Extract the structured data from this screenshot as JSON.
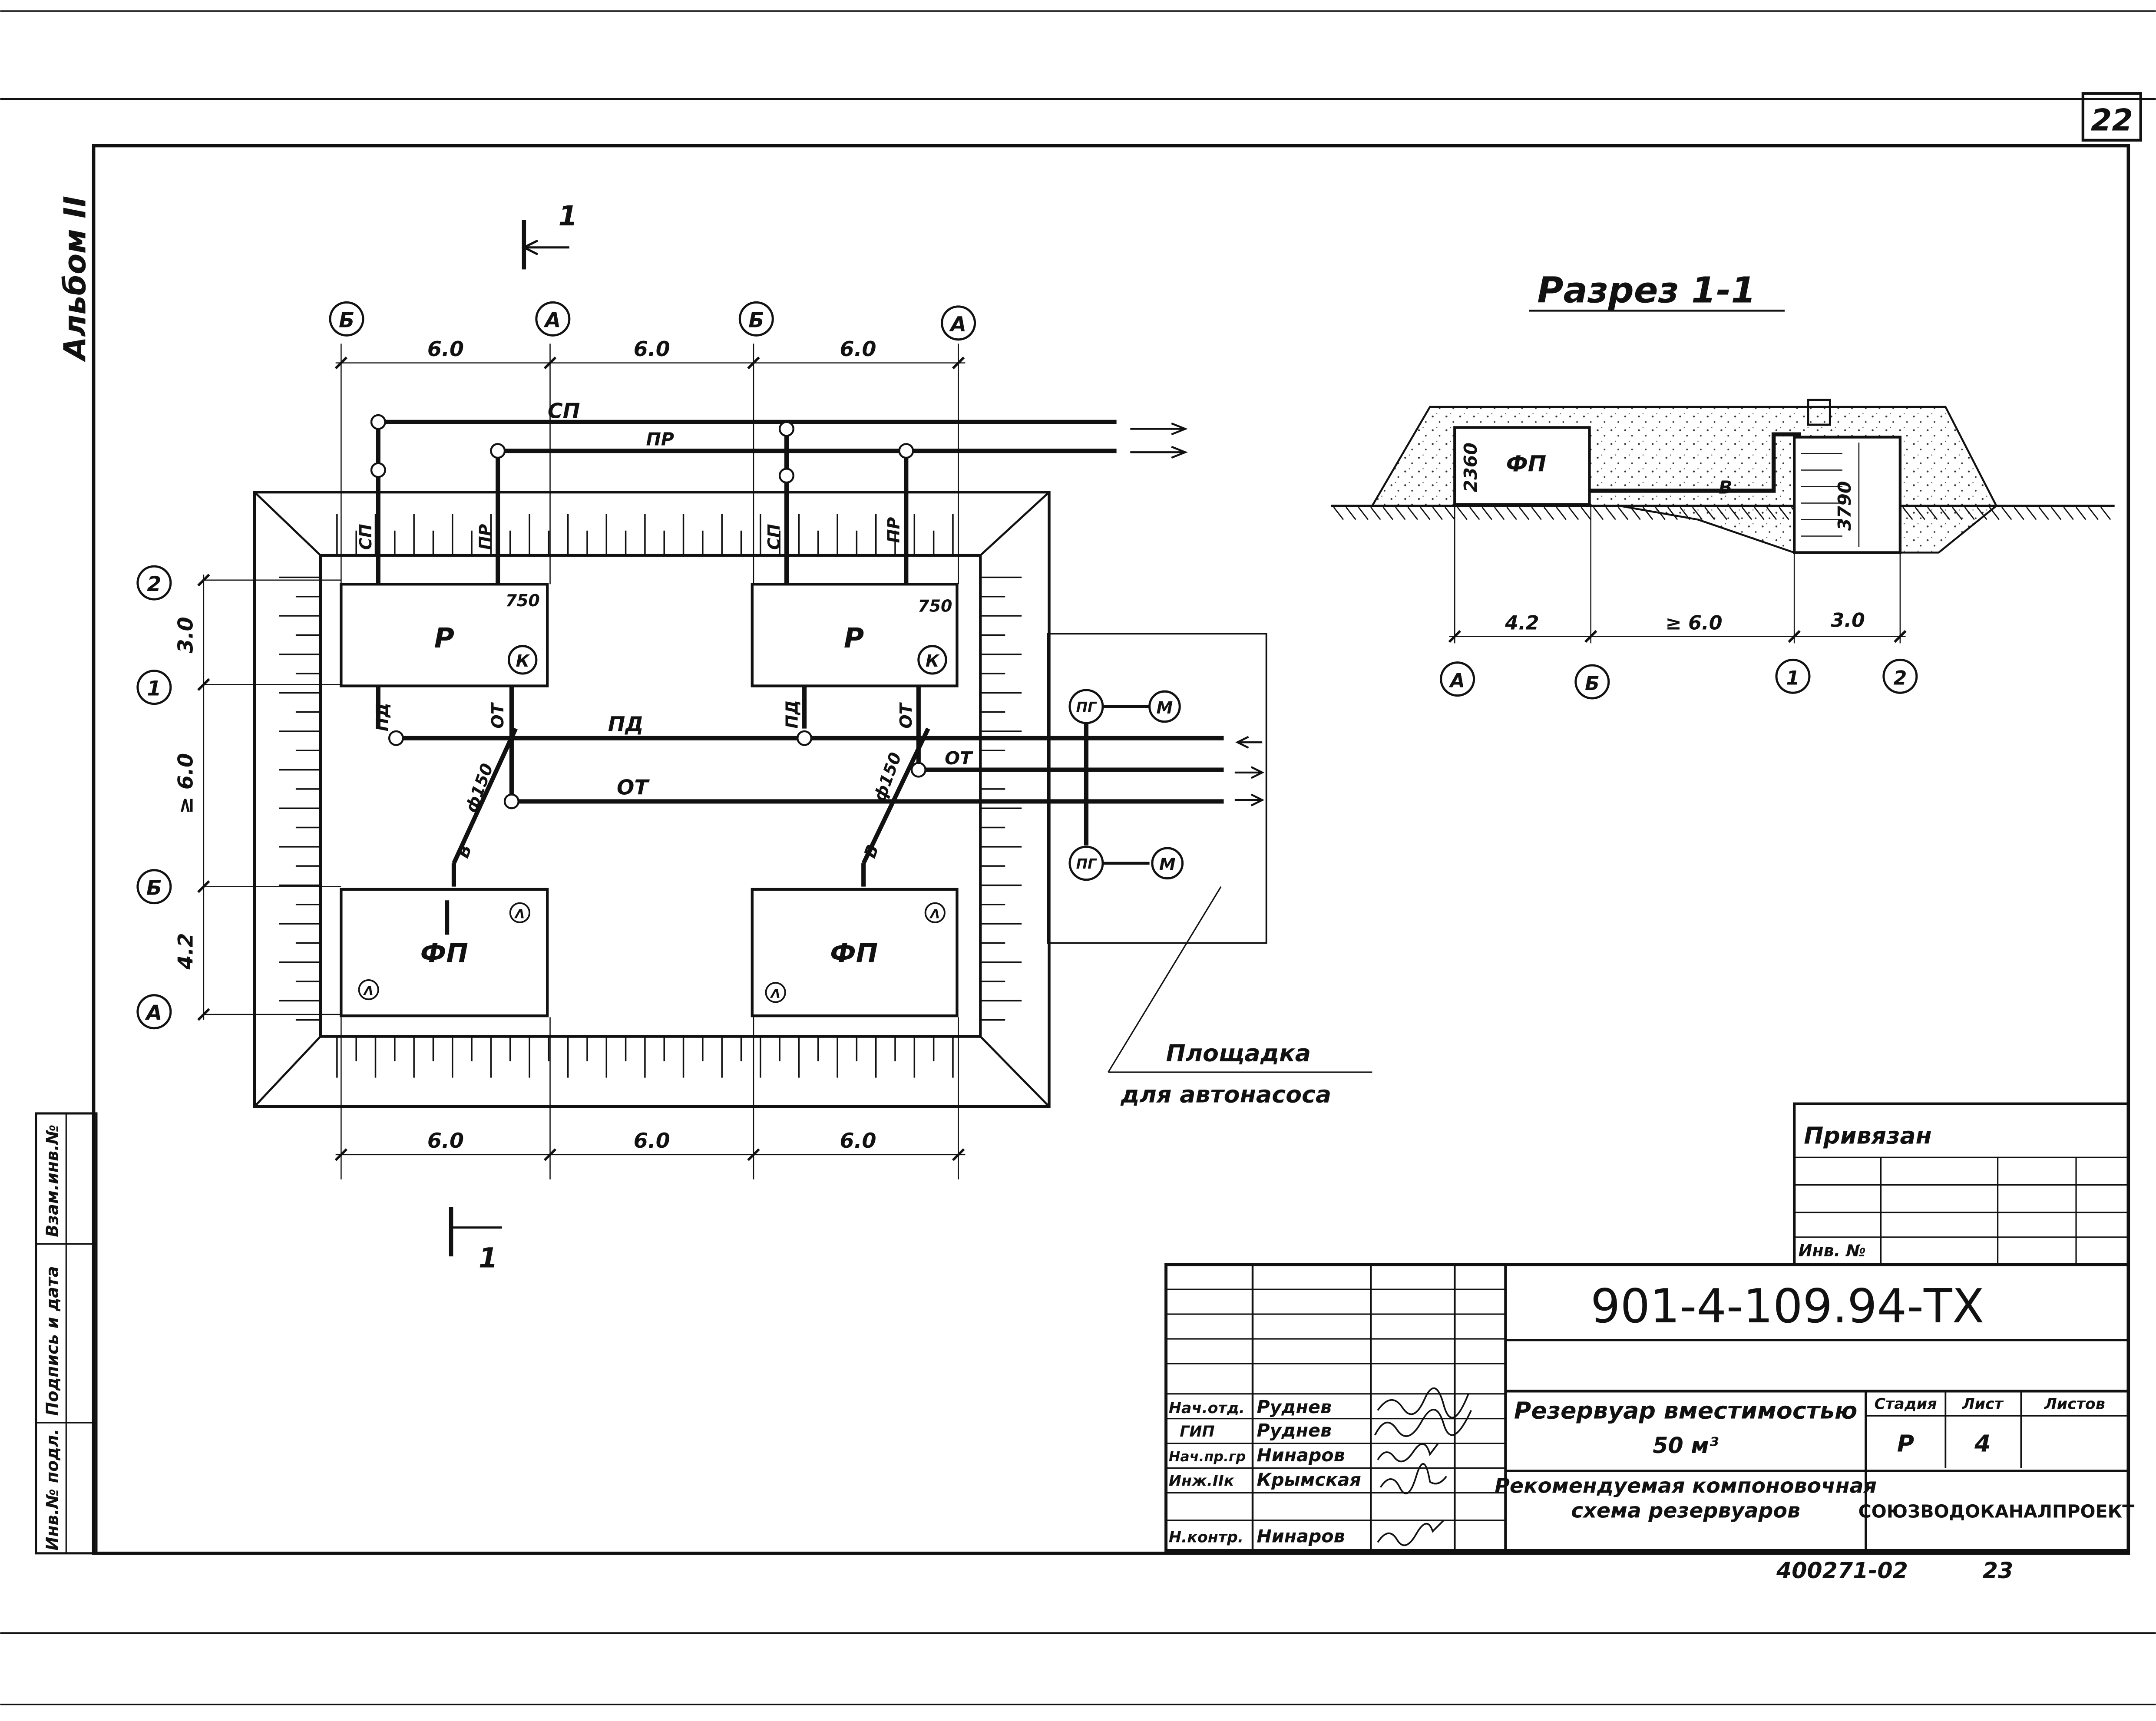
{
  "sheet": {
    "page_number": "22",
    "album_label": "Альбом II",
    "doc_code": "901-4-109.94-ТХ",
    "archive_number": "400271-02",
    "archive_sheet": "23"
  },
  "plan": {
    "section_mark": "1",
    "axes_top": [
      "Б",
      "А",
      "Б",
      "А"
    ],
    "axes_left": [
      "2",
      "1",
      "Б",
      "А"
    ],
    "dims_top": [
      "6.0",
      "6.0",
      "6.0"
    ],
    "dims_bottom": [
      "6.0",
      "6.0",
      "6.0"
    ],
    "dims_left": [
      "3.0",
      "≥ 6.0",
      "4.2"
    ],
    "reservoir_label": "Р",
    "filter_label": "ФП",
    "chamber_label": "К",
    "dim_750": "750",
    "pipe_sp": "СП",
    "pipe_pr": "ПР",
    "pipe_pd": "ПД",
    "pipe_ot": "ОТ",
    "pipe_v": "В",
    "dia_150": "ф150",
    "hydrant": "ПГ",
    "manhole": "М",
    "vent_mark": "Λ",
    "platform_line1": "Площадка",
    "platform_line2": "для автонасоса"
  },
  "section": {
    "title": "Разрез 1-1",
    "filter_label": "ФП",
    "pipe_v": "В",
    "h_filter": "2360",
    "h_res": "3790",
    "dims": [
      "4.2",
      "≥ 6.0",
      "3.0"
    ],
    "axes": [
      "А",
      "Б",
      "1",
      "2"
    ]
  },
  "stamp": {
    "privyazan": "Привязан",
    "inv_no": "Инв. №",
    "roles": [
      "Нач.отд.",
      "ГИП",
      "Нач.пр.гр",
      "Инж.IIк",
      "Н.контр."
    ],
    "names": [
      "Руднев",
      "Руднев",
      "Нинаров",
      "Крымская",
      "Нинаров"
    ],
    "title_line1": "Резервуар вместимостью",
    "title_line2": "50 м³",
    "subtitle_line1": "Рекомендуемая компоновочная",
    "subtitle_line2": "схема резервуаров",
    "stage_label": "Стадия",
    "sheet_label": "Лист",
    "sheets_label": "Листов",
    "stage_value": "Р",
    "sheet_value": "4",
    "org": "СОЮЗВОДОКАНАЛПРОЕКТ"
  },
  "side_stamp": {
    "labels": [
      "Взам.инв.№",
      "Подпись и дата",
      "Инв.№ подл."
    ]
  }
}
